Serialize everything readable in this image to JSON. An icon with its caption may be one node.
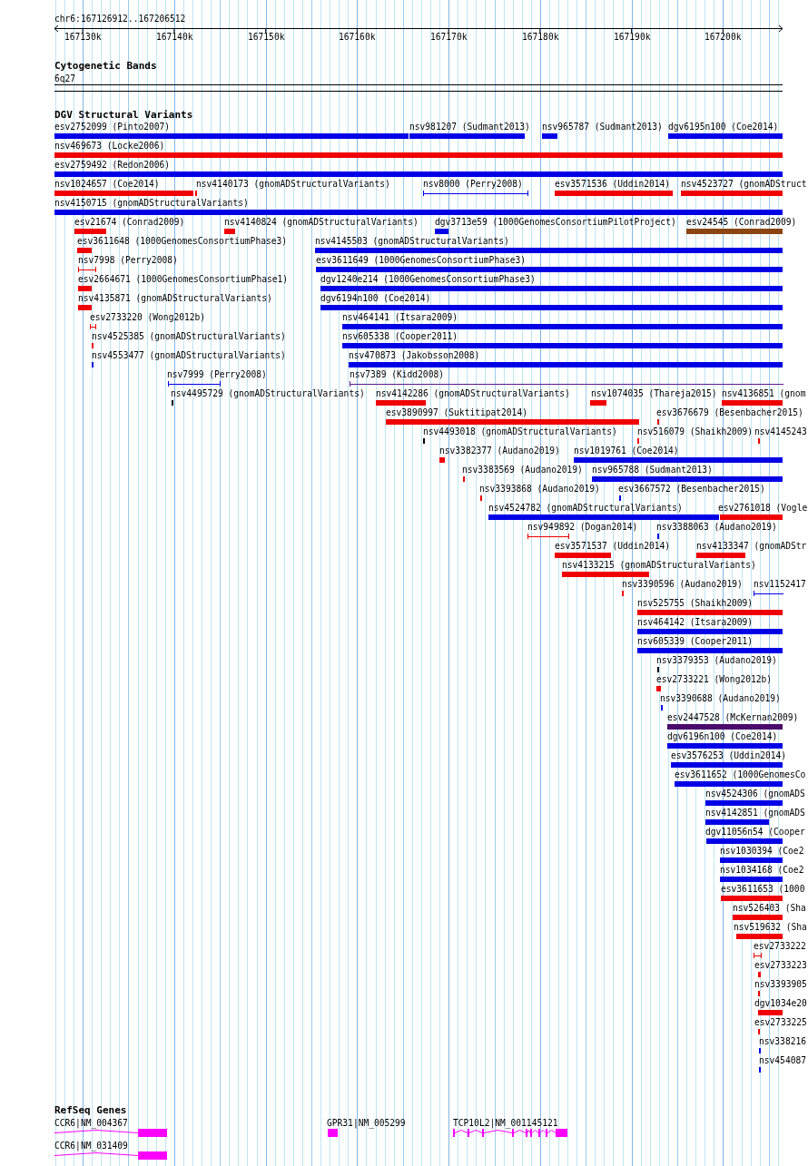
{
  "diagram": {
    "nodes": [
      {
        "text": [
          "6q27"
        ]
      },
      {
        "text": [
          "esv2752099 (Pinto2007)"
        ]
      },
      {
        "text": [
          "nsv981207 (Sudmant2013)"
        ]
      },
      {
        "text": [
          "nsv965787 (Sudmant2013)"
        ]
      },
      {
        "text": [
          "dgv6195n100 (Coe2014)"
        ]
      },
      {
        "text": [
          "nsv469673 (Locke2006)"
        ]
      },
      {
        "text": [
          "esv2759492 (Redon2006)"
        ]
      },
      {
        "text": [
          "nsv1024657 (Coe2014)"
        ]
      },
      {
        "text": [
          "nsv4140173 (gnomADStructuralVariants)"
        ]
      },
      {
        "text": [
          "nsv8000 (Perry2008)"
        ]
      },
      {
        "text": [
          "esv3571536 (Uddin2014)"
        ]
      },
      {
        "text": [
          "nsv4523727 (gnomADStruct"
        ]
      },
      {
        "text": [
          "nsv4150715 (gnomADStructuralVariants)"
        ]
      },
      {
        "text": [
          "esv21674 (Conrad2009)"
        ]
      },
      {
        "text": [
          "nsv4140824 (gnomADStructuralVariants)"
        ]
      },
      {
        "text": [
          "dgv3713e59 (1000GenomesConsortiumPilotProject)"
        ]
      },
      {
        "text": [
          "esv24545 (Conrad2009)"
        ]
      },
      {
        "text": [
          "esv3611648 (1000GenomesConsortiumPhase3)"
        ]
      },
      {
        "text": [
          "nsv4145503 (gnomADStructuralVariants)"
        ]
      },
      {
        "text": [
          "nsv7998 (Perry2008)"
        ]
      },
      {
        "text": [
          "esv3611649 (1000GenomesConsortiumPhase3)"
        ]
      },
      {
        "text": [
          "esv2664671 (1000GenomesConsortiumPhase1)"
        ]
      },
      {
        "text": [
          "dgv1240e214 (1000GenomesConsortiumPhase3)"
        ]
      },
      {
        "text": [
          "nsv4135871 (gnomADStructuralVariants)"
        ]
      },
      {
        "text": [
          "dgv6194n100 (Coe2014)"
        ]
      },
      {
        "text": [
          "esv2733220 (Wong2012b)"
        ]
      },
      {
        "text": [
          "nsv464141 (Itsara2009)"
        ]
      },
      {
        "text": [
          "nsv4525385 (gnomADStructuralVariants)"
        ]
      },
      {
        "text": [
          "nsv605338 (Cooper2011)"
        ]
      },
      {
        "text": [
          "nsv4553477 (gnomADStructuralVariants)"
        ]
      },
      {
        "text": [
          "nsv470873 (Jakobsson2008)"
        ]
      },
      {
        "text": [
          "nsv7999 (Perry2008)"
        ]
      },
      {
        "text": [
          "nsv7389 (Kidd2008)"
        ]
      },
      {
        "text": [
          "nsv4495729 (gnomADStructuralVariants)"
        ]
      },
      {
        "text": [
          "nsv4142286 (gnomADStructuralVariants)"
        ]
      },
      {
        "text": [
          "nsv1074035 (Thareja2015)"
        ]
      },
      {
        "text": [
          "nsv4136851 (gnom"
        ]
      },
      {
        "text": [
          "esv3890997 (Suktitipat2014)"
        ]
      },
      {
        "text": [
          "esv3676679 (Besenbacher2015)"
        ]
      },
      {
        "text": [
          "nsv4493018 (gnomADStructuralVariants)"
        ]
      },
      {
        "text": [
          "nsv516079 (Shaikh2009)"
        ]
      },
      {
        "text": [
          "nsv4145243"
        ]
      },
      {
        "text": [
          "nsv3382377 (Audano2019)"
        ]
      },
      {
        "text": [
          "nsv1019761 (Coe2014)"
        ]
      },
      {
        "text": [
          "nsv3383569 (Audano2019)"
        ]
      },
      {
        "text": [
          "nsv965788 (Sudmant2013)"
        ]
      },
      {
        "text": [
          "nsv3393868 (Audano2019)"
        ]
      },
      {
        "text": [
          "esv3667572 (Besenbacher2015)"
        ]
      },
      {
        "text": [
          "nsv4524782 (gnomADStructuralVariants)"
        ]
      },
      {
        "text": [
          "esv2761018 (Vogle"
        ]
      },
      {
        "text": [
          "nsv949892 (Dogan2014)"
        ]
      },
      {
        "text": [
          "nsv3388063 (Audano2019)"
        ]
      },
      {
        "text": [
          "esv3571537 (Uddin2014)"
        ]
      },
      {
        "text": [
          "nsv4133347 (gnomADStr"
        ]
      },
      {
        "text": [
          "nsv4133215 (gnomADStructuralVariants)"
        ]
      },
      {
        "text": [
          "nsv3390596 (Audano2019)"
        ]
      },
      {
        "text": [
          "nsv1152417"
        ]
      },
      {
        "text": [
          "nsv525755 (Shaikh2009)"
        ]
      },
      {
        "text": [
          "nsv464142 (Itsara2009)"
        ]
      },
      {
        "text": [
          "nsv605339 (Cooper2011)"
        ]
      },
      {
        "text": [
          "nsv3379353 (Audano2019)"
        ]
      },
      {
        "text": [
          "esv2733221 (Wong2012b)"
        ]
      },
      {
        "text": [
          "nsv3390688 (Audano2019)"
        ]
      },
      {
        "text": [
          "esv2447528 (McKernan2009)"
        ]
      },
      {
        "text": [
          "dgv6196n100 (Coe2014)"
        ]
      },
      {
        "text": [
          "esv3576253 (Uddin2014)"
        ]
      },
      {
        "text": [
          "esv3611652 (1000GenomesCo"
        ]
      },
      {
        "text": [
          "nsv4524306 (gnomADS"
        ]
      },
      {
        "text": [
          "nsv4142851 (gnomADS"
        ]
      },
      {
        "text": [
          "dgv11056n54 (Cooper"
        ]
      },
      {
        "text": [
          "nsv1030394 (Coe2"
        ]
      },
      {
        "text": [
          "nsv1034168 (Coe2"
        ]
      },
      {
        "text": [
          "esv3611653 (1000"
        ]
      },
      {
        "text": [
          "nsv526403 (Sha"
        ]
      },
      {
        "text": [
          "nsv519632 (Sha"
        ]
      },
      {
        "text": [
          "esv2733222"
        ]
      },
      {
        "text": [
          "esv2733223"
        ]
      },
      {
        "text": [
          "nsv3393905"
        ]
      },
      {
        "text": [
          "dgv1034e20"
        ]
      },
      {
        "text": [
          "esv2733225"
        ]
      },
      {
        "text": [
          "nsv338216"
        ]
      },
      {
        "text": [
          "nsv454087"
        ]
      },
      {
        "text": [
          "CCR6|NM_004367"
        ]
      },
      {
        "text": [
          "GPR31|NM_005299"
        ]
      },
      {
        "text": [
          "TCP10L2|NM_001145121"
        ]
      },
      {
        "text": [
          "CCR6|NM_031409"
        ]
      }
    ],
    "labels": [
      "chr6:167126912..167206512",
      "167130k",
      "167140k",
      "167150k",
      "167160k",
      "167170k",
      "167180k",
      "167190k",
      "167200k",
      "Cytogenetic Bands",
      "DGV Structural Variants",
      "RefSeq Genes"
    ]
  }
}
